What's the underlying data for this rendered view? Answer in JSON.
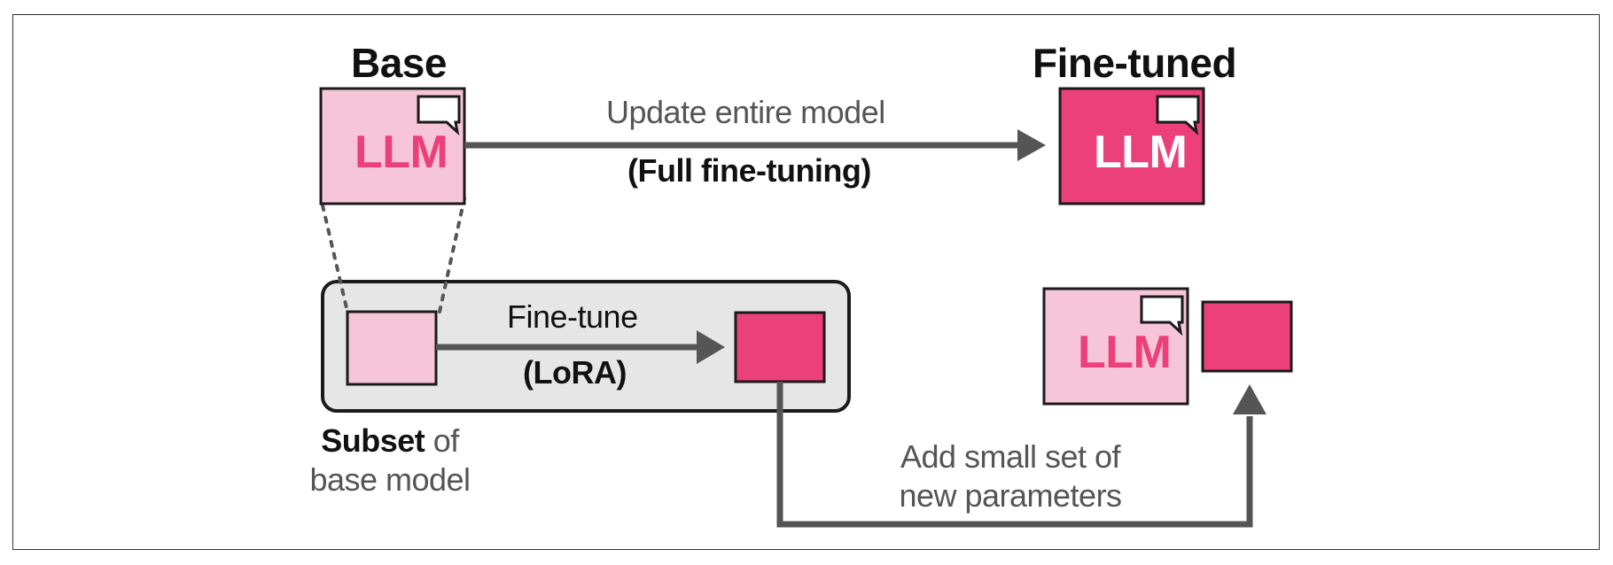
{
  "diagram": {
    "title_base": "Base",
    "title_finetuned": "Fine-tuned",
    "llm_label": "LLM",
    "full_top": "Update entire model",
    "full_bottom": "(Full fine-tuning)",
    "lora_top": "Fine-tune",
    "lora_bottom": "(LoRA)",
    "subset_bold": "Subset",
    "subset_rest": " of",
    "subset_line2": "base model",
    "add_line1": "Add small set of",
    "add_line2": "new parameters"
  },
  "colors": {
    "light_pink": "#F7C5D8",
    "magenta": "#EC407A",
    "arrow_gray": "#555555",
    "panel_gray": "#E6E6E6",
    "outline": "#1a1a1a"
  }
}
